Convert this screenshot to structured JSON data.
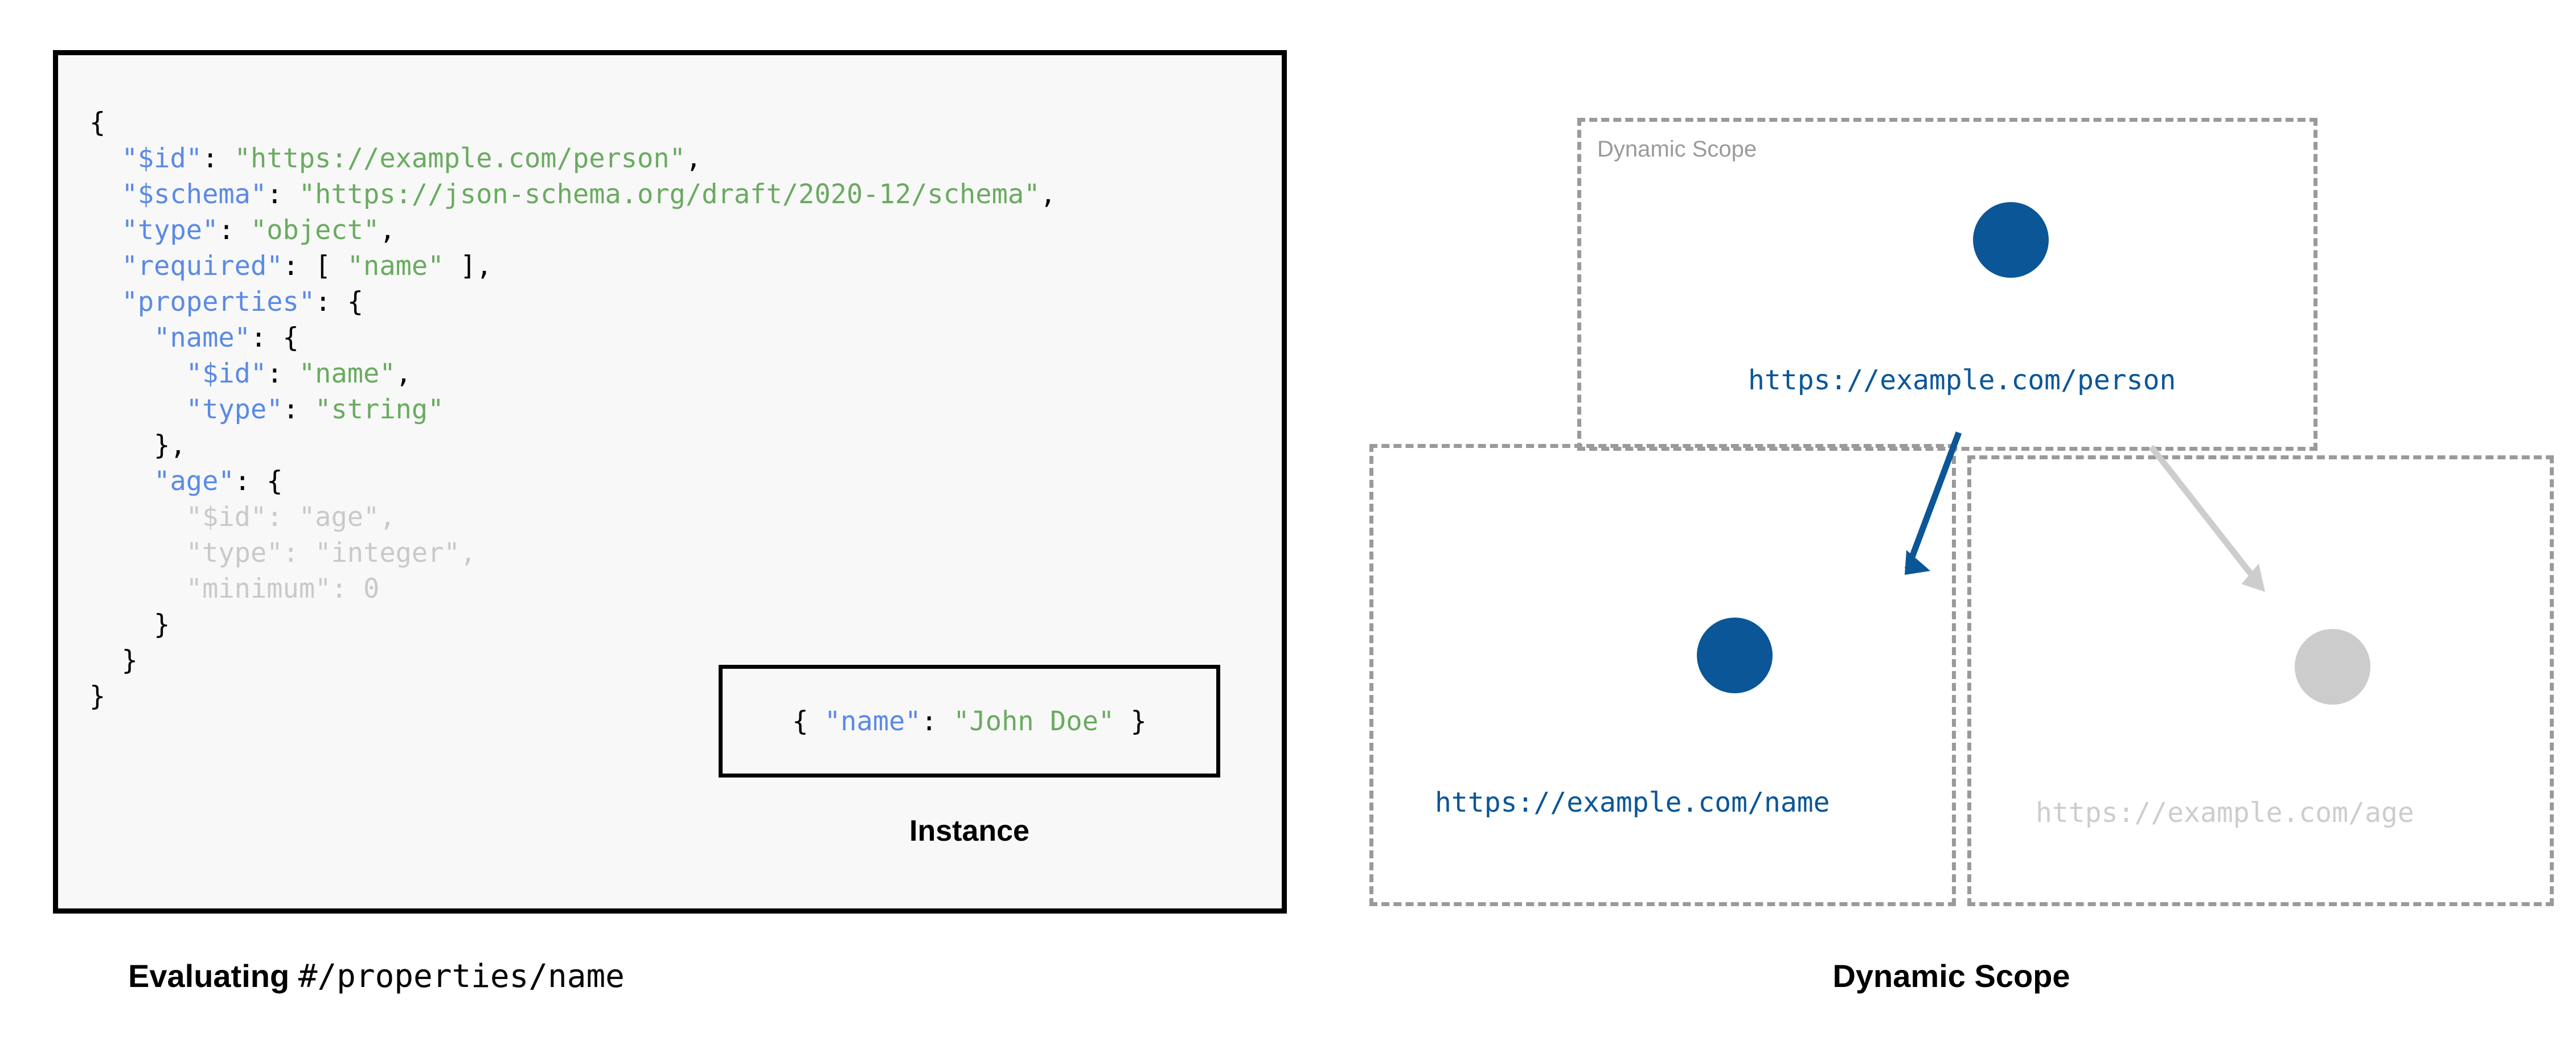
{
  "left": {
    "schema_lines": [
      [
        {
          "t": "{",
          "c": "pn"
        }
      ],
      [
        {
          "t": "  ",
          "c": "pn"
        },
        {
          "t": "\"$id\"",
          "c": "k"
        },
        {
          "t": ": ",
          "c": "pn"
        },
        {
          "t": "\"https://example.com/person\"",
          "c": "s"
        },
        {
          "t": ",",
          "c": "pn"
        }
      ],
      [
        {
          "t": "  ",
          "c": "pn"
        },
        {
          "t": "\"$schema\"",
          "c": "k"
        },
        {
          "t": ": ",
          "c": "pn"
        },
        {
          "t": "\"https://json-schema.org/draft/2020-12/schema\"",
          "c": "s"
        },
        {
          "t": ",",
          "c": "pn"
        }
      ],
      [
        {
          "t": "  ",
          "c": "pn"
        },
        {
          "t": "\"type\"",
          "c": "k"
        },
        {
          "t": ": ",
          "c": "pn"
        },
        {
          "t": "\"object\"",
          "c": "s"
        },
        {
          "t": ",",
          "c": "pn"
        }
      ],
      [
        {
          "t": "  ",
          "c": "pn"
        },
        {
          "t": "\"required\"",
          "c": "k"
        },
        {
          "t": ": [ ",
          "c": "pn"
        },
        {
          "t": "\"name\"",
          "c": "s"
        },
        {
          "t": " ],",
          "c": "pn"
        }
      ],
      [
        {
          "t": "  ",
          "c": "pn"
        },
        {
          "t": "\"properties\"",
          "c": "k"
        },
        {
          "t": ": {",
          "c": "pn"
        }
      ],
      [
        {
          "t": "    ",
          "c": "pn"
        },
        {
          "t": "\"name\"",
          "c": "k"
        },
        {
          "t": ": {",
          "c": "pn"
        }
      ],
      [
        {
          "t": "      ",
          "c": "pn"
        },
        {
          "t": "\"$id\"",
          "c": "k"
        },
        {
          "t": ": ",
          "c": "pn"
        },
        {
          "t": "\"name\"",
          "c": "s"
        },
        {
          "t": ",",
          "c": "pn"
        }
      ],
      [
        {
          "t": "      ",
          "c": "pn"
        },
        {
          "t": "\"type\"",
          "c": "k"
        },
        {
          "t": ": ",
          "c": "pn"
        },
        {
          "t": "\"string\"",
          "c": "s"
        }
      ],
      [
        {
          "t": "    },",
          "c": "pn"
        }
      ],
      [
        {
          "t": "    ",
          "c": "pn"
        },
        {
          "t": "\"age\"",
          "c": "k"
        },
        {
          "t": ": {",
          "c": "pn"
        }
      ],
      [
        {
          "t": "      ",
          "c": "dim-p"
        },
        {
          "t": "\"$id\"",
          "c": "dim-k"
        },
        {
          "t": ": ",
          "c": "dim-p"
        },
        {
          "t": "\"age\"",
          "c": "dim-s"
        },
        {
          "t": ",",
          "c": "dim-p"
        }
      ],
      [
        {
          "t": "      ",
          "c": "dim-p"
        },
        {
          "t": "\"type\"",
          "c": "dim-k"
        },
        {
          "t": ": ",
          "c": "dim-p"
        },
        {
          "t": "\"integer\"",
          "c": "dim-s"
        },
        {
          "t": ",",
          "c": "dim-p"
        }
      ],
      [
        {
          "t": "      ",
          "c": "dim-p"
        },
        {
          "t": "\"minimum\"",
          "c": "dim-k"
        },
        {
          "t": ": ",
          "c": "dim-p"
        },
        {
          "t": "0",
          "c": "dim-s"
        }
      ],
      [
        {
          "t": "    }",
          "c": "pn"
        }
      ],
      [
        {
          "t": "  }",
          "c": "pn"
        }
      ],
      [
        {
          "t": "}",
          "c": "pn"
        }
      ]
    ],
    "instance_line": [
      {
        "t": "{ ",
        "c": "pn"
      },
      {
        "t": "\"name\"",
        "c": "k"
      },
      {
        "t": ": ",
        "c": "pn"
      },
      {
        "t": "\"John Doe\"",
        "c": "s"
      },
      {
        "t": " }",
        "c": "pn"
      }
    ],
    "instance_caption": "Instance",
    "caption_bold": "Evaluating ",
    "caption_mono": "#/properties/name"
  },
  "right": {
    "scope_label": "Dynamic Scope",
    "nodes": {
      "person": "https://example.com/person",
      "name": "https://example.com/name",
      "age": "https://example.com/age"
    },
    "caption": "Dynamic Scope"
  },
  "colors": {
    "accent_blue": "#0a5697",
    "muted_gray": "#cccccc",
    "dashed_border": "#9a9a9a",
    "key_blue": "#5b8ae5",
    "string_green": "#6aab60",
    "dim": "#c9c9c9",
    "code_bg": "#f8f8f8"
  }
}
